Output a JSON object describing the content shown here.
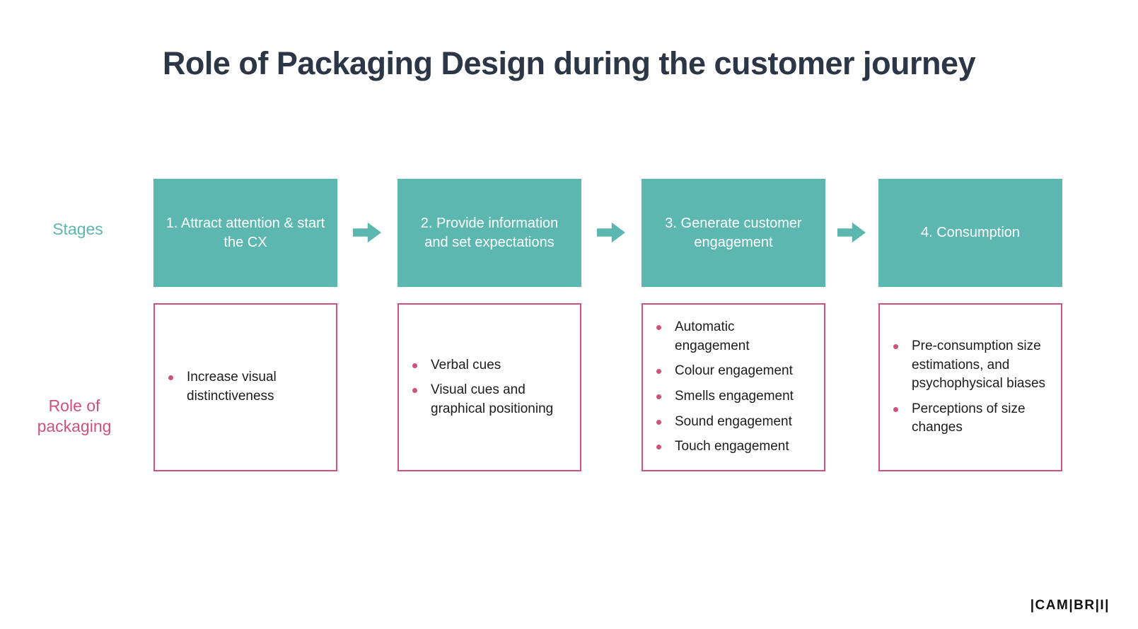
{
  "slide": {
    "title": "Role of Packaging Design during the customer journey",
    "stages_label": "Stages",
    "roles_label": "Role of packaging",
    "stages": [
      {
        "label": "1. Attract attention & start the CX"
      },
      {
        "label": "2. Provide information and set expectations"
      },
      {
        "label": "3. Generate customer engagement"
      },
      {
        "label": "4. Consumption"
      }
    ],
    "roles": [
      {
        "bullets": [
          "Increase visual distinctiveness"
        ]
      },
      {
        "bullets": [
          "Verbal cues",
          "Visual cues and graphical positioning"
        ]
      },
      {
        "bullets": [
          "Automatic engagement",
          "Colour engagement",
          "Smells engagement",
          "Sound engagement",
          "Touch engagement"
        ]
      },
      {
        "bullets": [
          "Pre-consumption size estimations, and psychophysical biases",
          "Perceptions of size changes"
        ]
      }
    ],
    "logo_text": "|CAM|BR|I|",
    "colors": {
      "teal": "#5bb7b0",
      "pink": "#cf517f",
      "title_dark": "#2b3647",
      "body_text": "#1c1c1c",
      "background": "#ffffff"
    }
  }
}
